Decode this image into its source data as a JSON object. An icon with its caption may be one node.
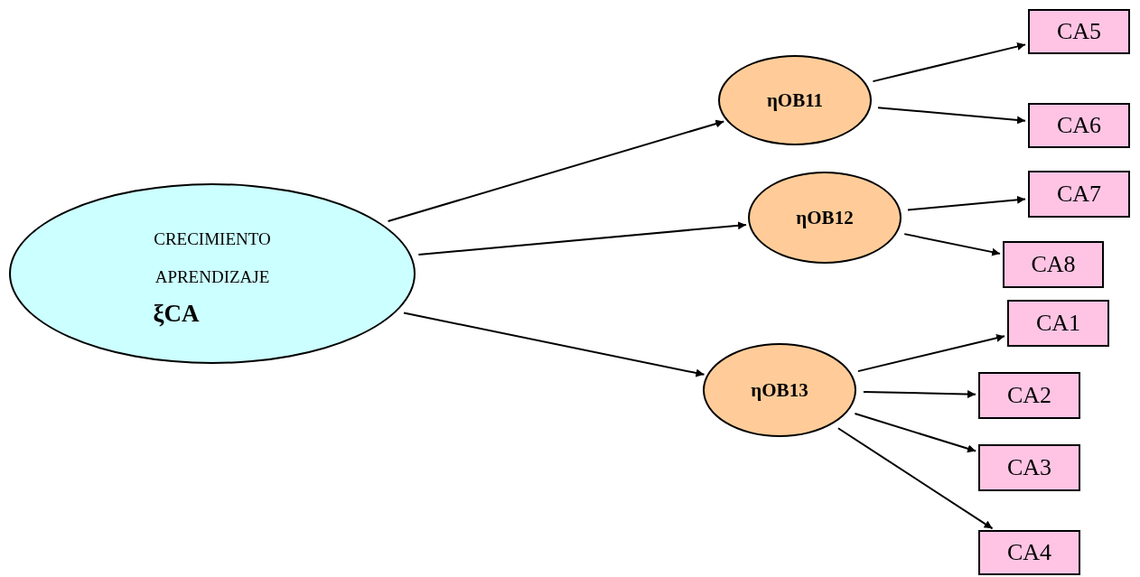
{
  "diagram": {
    "nodes": [
      {
        "text": [
          "CRECIMIENTO APRENDIZAJE",
          "ξCA"
        ]
      },
      {
        "text": [
          "ηOB11"
        ]
      },
      {
        "text": [
          "ηOB12"
        ]
      },
      {
        "text": [
          "ηOB13"
        ]
      },
      {
        "text": [
          "CA5"
        ]
      },
      {
        "text": [
          "CA6"
        ]
      },
      {
        "text": [
          "CA7"
        ]
      },
      {
        "text": [
          "CA8"
        ]
      },
      {
        "text": [
          "CA1"
        ]
      },
      {
        "text": [
          "CA2"
        ]
      },
      {
        "text": [
          "CA3"
        ]
      },
      {
        "text": [
          "CA4"
        ]
      }
    ],
    "edges": [
      {
        "from": 0,
        "to": 1,
        "arrow": "to"
      },
      {
        "from": 0,
        "to": 2,
        "arrow": "to"
      },
      {
        "from": 0,
        "to": 3,
        "arrow": "to"
      },
      {
        "from": 1,
        "to": 4,
        "arrow": "to"
      },
      {
        "from": 1,
        "to": 5,
        "arrow": "to"
      },
      {
        "from": 2,
        "to": 6,
        "arrow": "to"
      },
      {
        "from": 2,
        "to": 7,
        "arrow": "to"
      },
      {
        "from": 3,
        "to": 8,
        "arrow": "to"
      },
      {
        "from": 3,
        "to": 9,
        "arrow": "to"
      },
      {
        "from": 3,
        "to": 10,
        "arrow": "to"
      },
      {
        "from": 3,
        "to": 11,
        "arrow": "to"
      }
    ]
  }
}
